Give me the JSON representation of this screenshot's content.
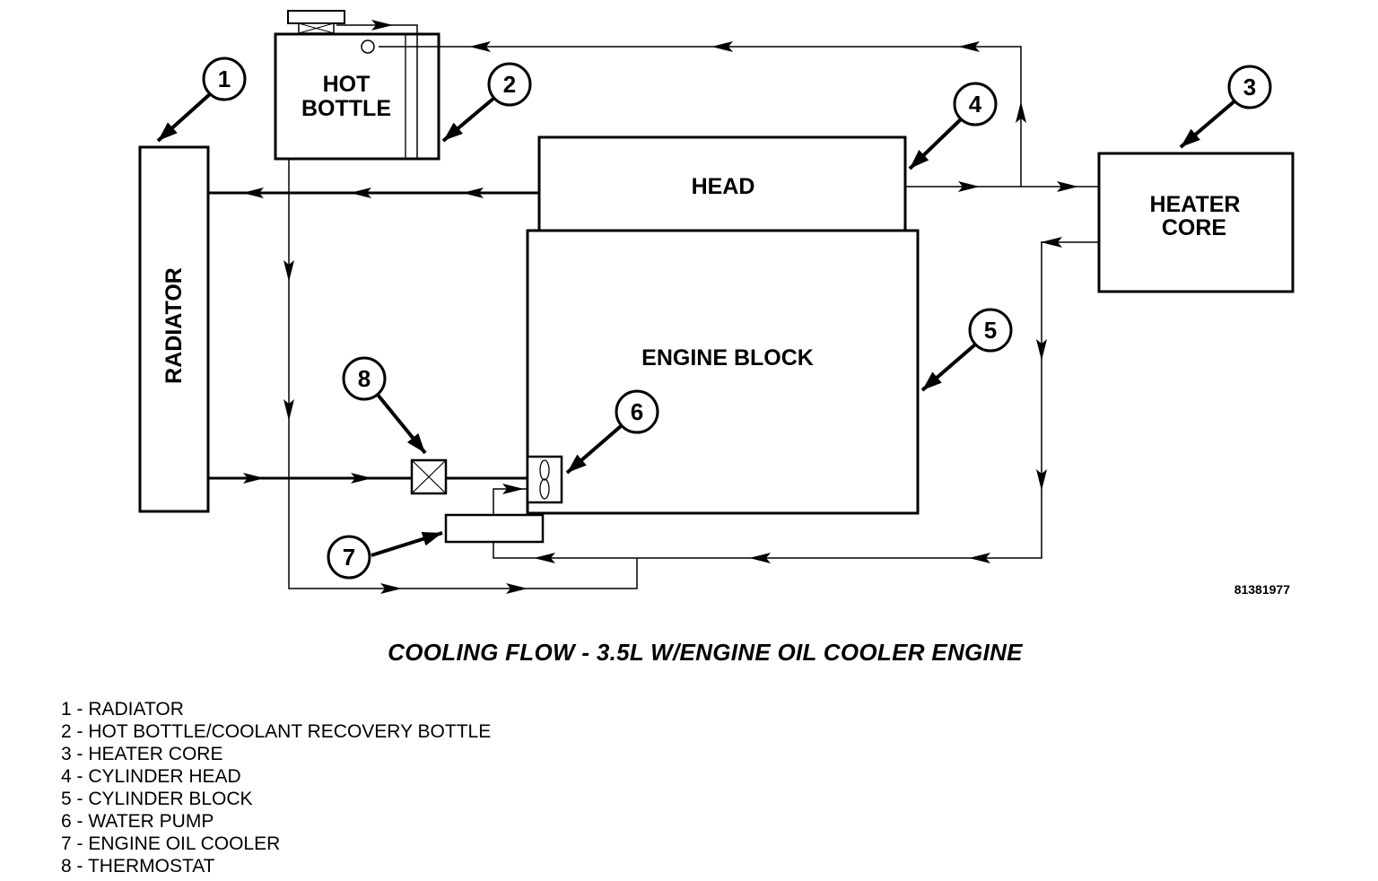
{
  "diagram": {
    "components": {
      "radiator": "RADIATOR",
      "hot_bottle": [
        "HOT",
        "BOTTLE"
      ],
      "head": "HEAD",
      "engine_block": "ENGINE BLOCK",
      "heater_core": [
        "HEATER",
        "CORE"
      ]
    },
    "callouts": [
      "1",
      "2",
      "3",
      "4",
      "5",
      "6",
      "7",
      "8"
    ],
    "figure_id": "81381977"
  },
  "caption": "COOLING FLOW - 3.5L W/ENGINE OIL COOLER ENGINE",
  "legend": [
    "1 - RADIATOR",
    "2 - HOT BOTTLE/COOLANT RECOVERY BOTTLE",
    "3 - HEATER CORE",
    "4 - CYLINDER HEAD",
    "5 - CYLINDER BLOCK",
    "6 - WATER PUMP",
    "7 - ENGINE OIL COOLER",
    "8 - THERMOSTAT"
  ]
}
